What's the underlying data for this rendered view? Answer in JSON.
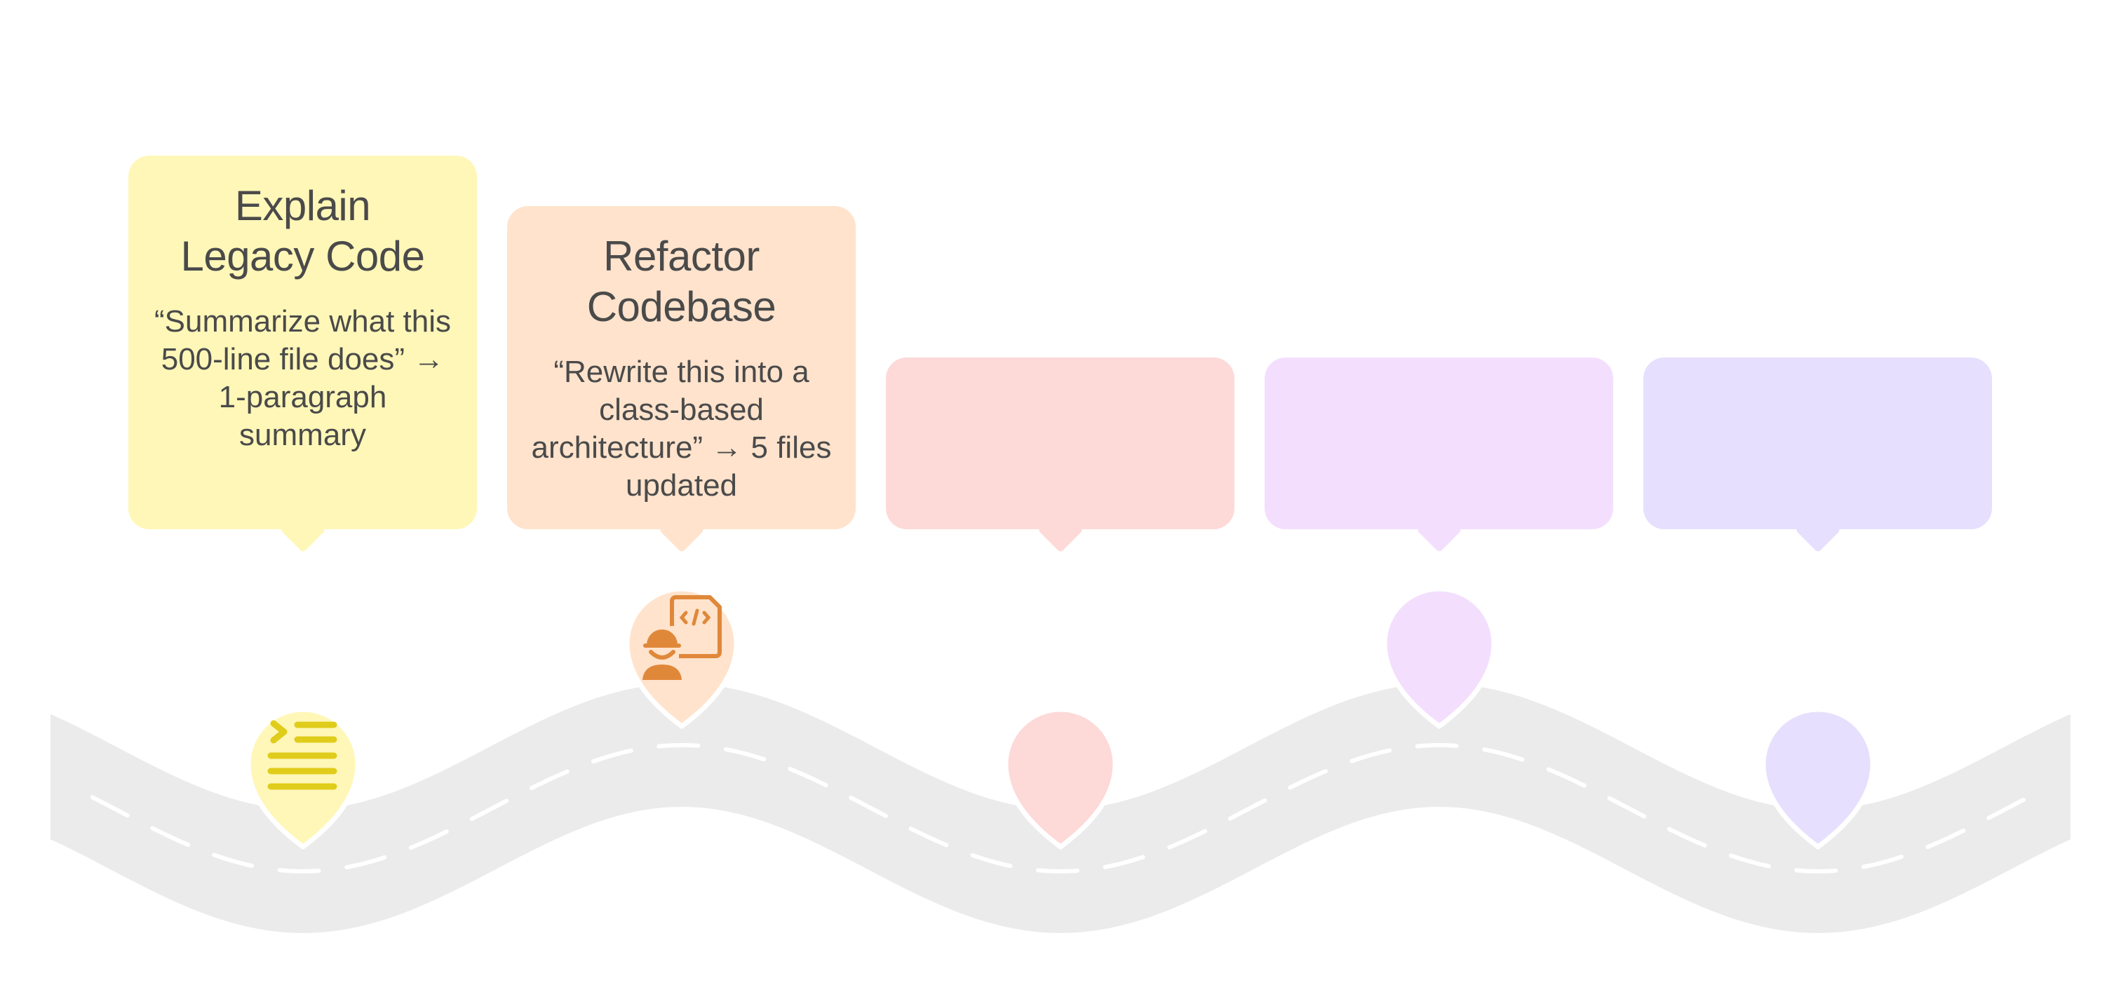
{
  "milestones": [
    {
      "title": "Explain\nLegacy Code",
      "title_lines": [
        "Explain",
        "Legacy Code"
      ],
      "description": "“Summarize what this 500-line file does” → 1-paragraph summary",
      "color": "#fff7b8",
      "icon": "terminal-summary-icon",
      "icon_color": "#e0cc1a"
    },
    {
      "title": "Refactor\nCodebase",
      "title_lines": [
        "Refactor",
        "Codebase"
      ],
      "description": "“Rewrite this into a class-based architecture” → 5 files updated",
      "color": "#ffe3cc",
      "icon": "developer-code-icon",
      "icon_color": "#e0883a"
    },
    {
      "title_lines": [],
      "description": "",
      "color": "#fdd9d8",
      "icon": "none"
    },
    {
      "title_lines": [],
      "description": "",
      "color": "#f3dffd",
      "icon": "none"
    },
    {
      "title_lines": [],
      "description": "",
      "color": "#e6dffd",
      "icon": "none"
    }
  ],
  "road": {
    "color": "#ebebeb",
    "lane_marking_color": "#ffffff"
  },
  "text_color": "#4a4a4a"
}
